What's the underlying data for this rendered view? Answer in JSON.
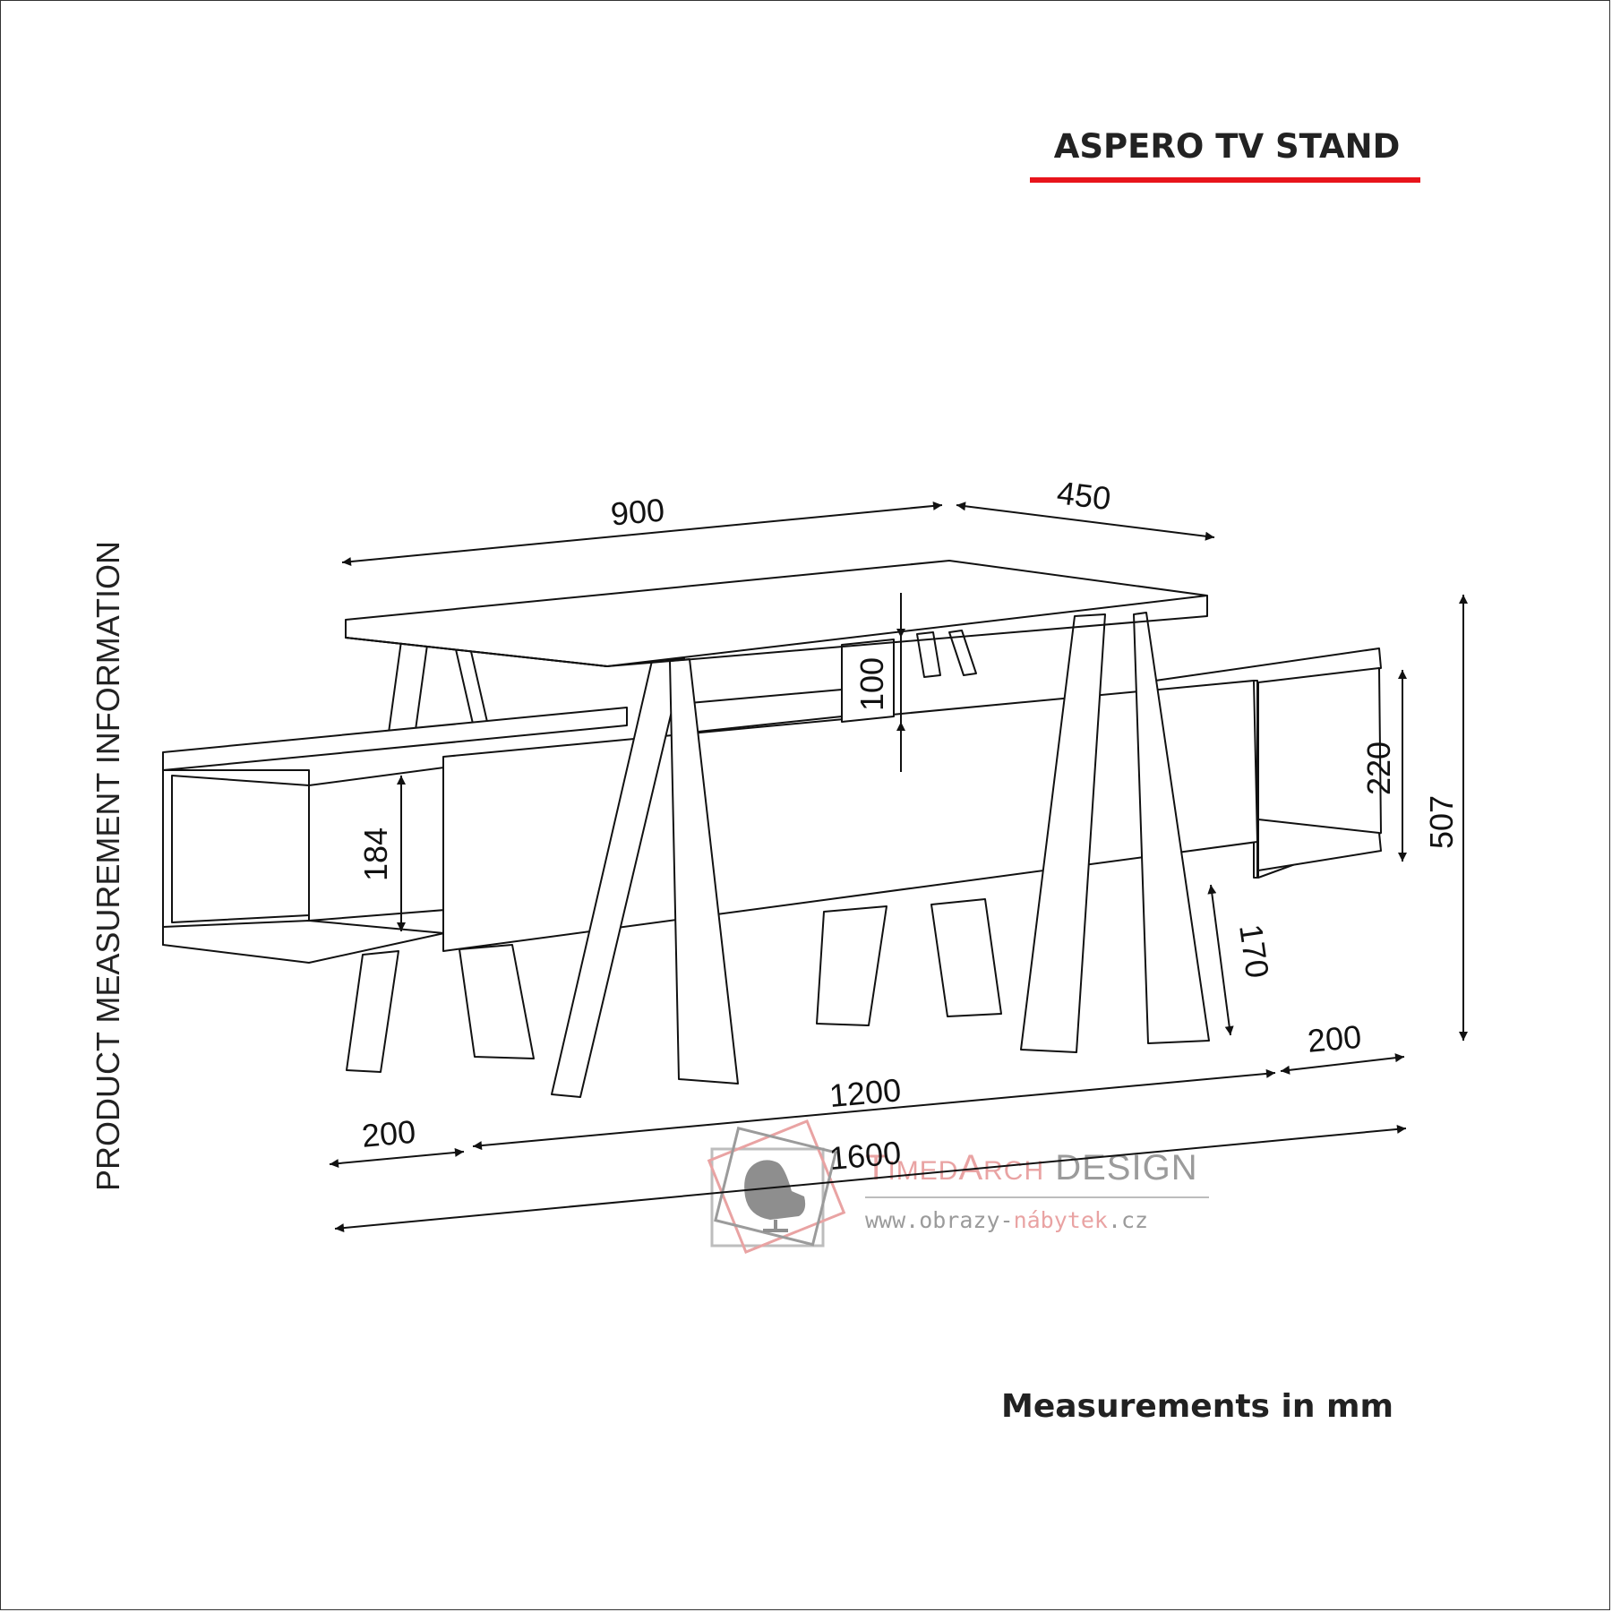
{
  "title": "ASPERO TV STAND",
  "side_label": "PRODUCT MEASUREMENT INFORMATION",
  "footnote": "Measurements in mm",
  "watermark": {
    "brand_a": "T",
    "brand_b": "IMED",
    "brand_c": "A",
    "brand_d": "RCH",
    "brand_e": " DESIGN",
    "url_a": "www.obrazy-",
    "url_b": "nábytek",
    "url_c": ".cz"
  },
  "dimensions": {
    "top_width": "900",
    "top_depth": "450",
    "top_thickness_gap": "100",
    "left_shelf_height": "184",
    "right_shelf_height": "220",
    "total_height": "507",
    "leg_height": "170",
    "right_shelf_width": "200",
    "left_shelf_width": "200",
    "body_width": "1200",
    "total_width": "1600"
  },
  "colors": {
    "line": "#111111",
    "title_rule": "#e8141b",
    "watermark_accent": "#e9a3a3",
    "watermark_gray": "#9b9b9b"
  }
}
